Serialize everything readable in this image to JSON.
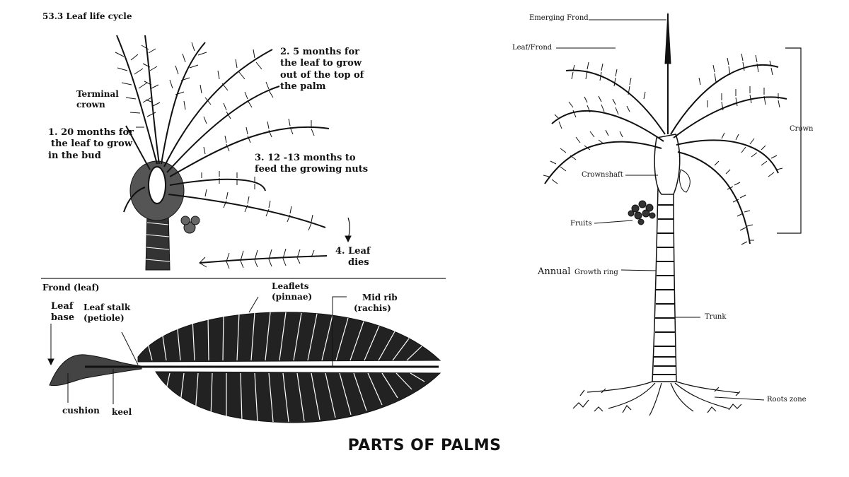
{
  "lifecycle": {
    "title": "53.3 Leaf life cycle",
    "terminal_crown": [
      "Terminal",
      "crown"
    ],
    "step1": [
      "1. 20 months for",
      "the leaf to grow",
      "in the bud"
    ],
    "step2": [
      "2. 5 months for",
      "the leaf to grow",
      "out of the top of",
      "the palm"
    ],
    "step3": [
      "3. 12 -13 months to",
      "feed the growing nuts"
    ],
    "step4": [
      "4. Leaf",
      "dies"
    ]
  },
  "frond": {
    "title": "Frond (leaf)",
    "leaf_base": [
      "Leaf",
      "base"
    ],
    "leaf_stalk": [
      "Leaf stalk",
      "(petiole)"
    ],
    "leaflets": [
      "Leaflets",
      "(pinnae)"
    ],
    "mid_rib": [
      "Mid rib",
      "(rachis)"
    ],
    "cushion": "cushion",
    "keel": "keel"
  },
  "tree": {
    "emerging_frond": "Emerging Frond",
    "leaf_frond": "Leaf/Frond",
    "crown": "Crown",
    "crownshaft": "Crownshaft",
    "fruits": "Fruits",
    "annual": "Annual",
    "growth_ring": "Growth ring",
    "trunk": "Trunk",
    "roots_zone": "Roots zone"
  },
  "footer": "PARTS OF PALMS"
}
